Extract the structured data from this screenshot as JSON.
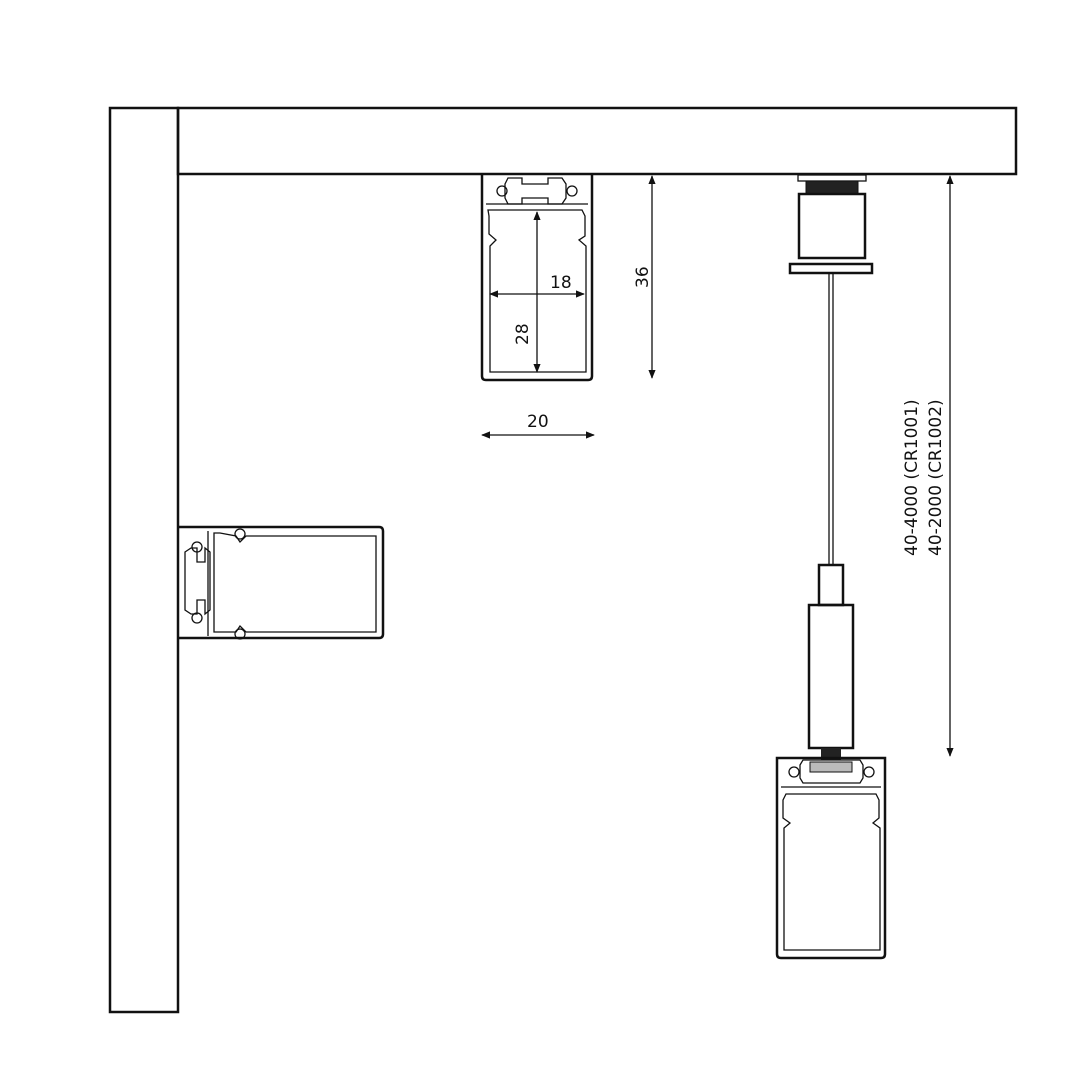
{
  "dimensions": {
    "inner_width": "18",
    "inner_height": "28",
    "outer_height": "36",
    "outer_width": "20",
    "suspension_length_cr1001": "40-4000 (CR1001)",
    "suspension_length_cr1002": "40-2000 (CR1002)"
  },
  "colors": {
    "line": "#111111",
    "background": "#ffffff",
    "bushing": "#222222",
    "ferrule": "#bbbbbb"
  }
}
